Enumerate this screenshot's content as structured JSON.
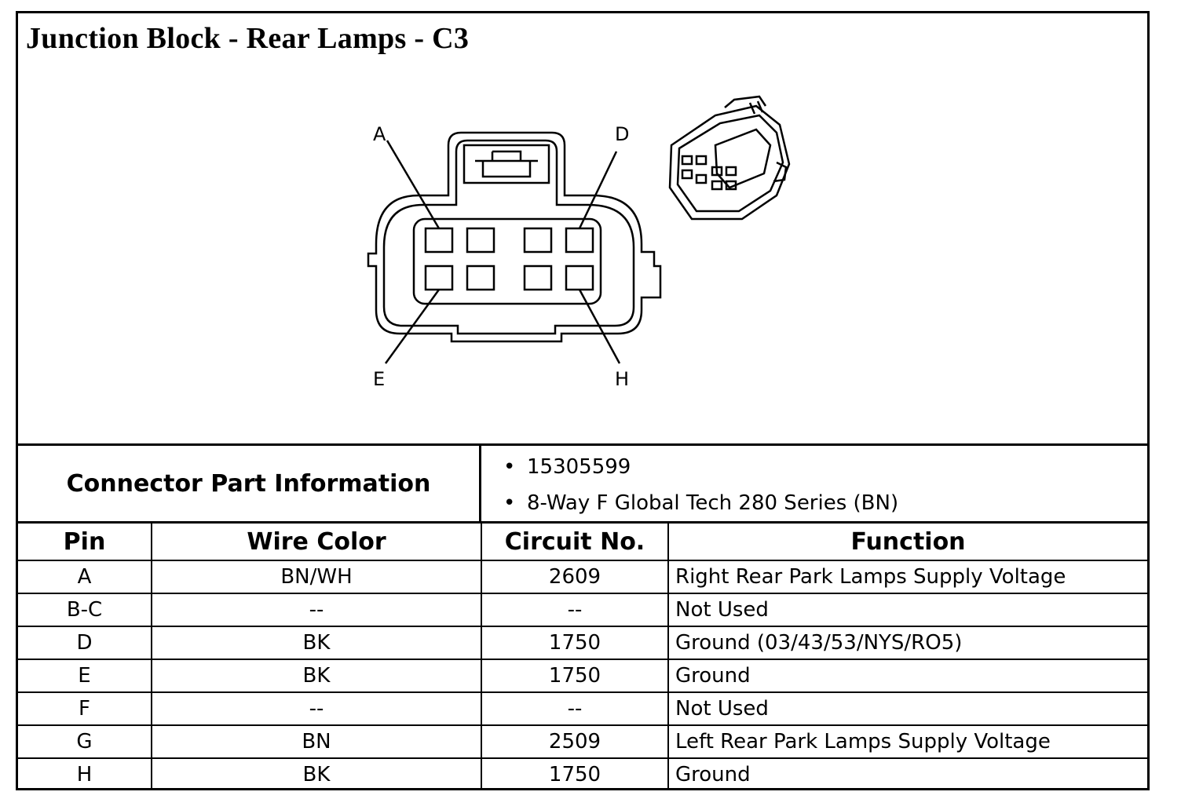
{
  "title": "Junction Block - Rear Lamps - C3",
  "diagram": {
    "pin_labels": {
      "A": "A",
      "D": "D",
      "E": "E",
      "H": "H"
    }
  },
  "connector_info": {
    "heading": "Connector Part Information",
    "items": [
      "15305599",
      "8-Way F Global Tech 280 Series (BN)"
    ],
    "bullet": "•"
  },
  "table": {
    "headers": [
      "Pin",
      "Wire Color",
      "Circuit No.",
      "Function"
    ],
    "rows": [
      {
        "pin": "A",
        "wire": "BN/WH",
        "circuit": "2609",
        "function": "Right Rear Park Lamps Supply Voltage"
      },
      {
        "pin": "B-C",
        "wire": "--",
        "circuit": "--",
        "function": "Not Used"
      },
      {
        "pin": "D",
        "wire": "BK",
        "circuit": "1750",
        "function": "Ground (03/43/53/NYS/RO5)"
      },
      {
        "pin": "E",
        "wire": "BK",
        "circuit": "1750",
        "function": "Ground"
      },
      {
        "pin": "F",
        "wire": "--",
        "circuit": "--",
        "function": "Not Used"
      },
      {
        "pin": "G",
        "wire": "BN",
        "circuit": "2509",
        "function": "Left Rear Park Lamps Supply Voltage"
      },
      {
        "pin": "H",
        "wire": "BK",
        "circuit": "1750",
        "function": "Ground"
      }
    ]
  }
}
